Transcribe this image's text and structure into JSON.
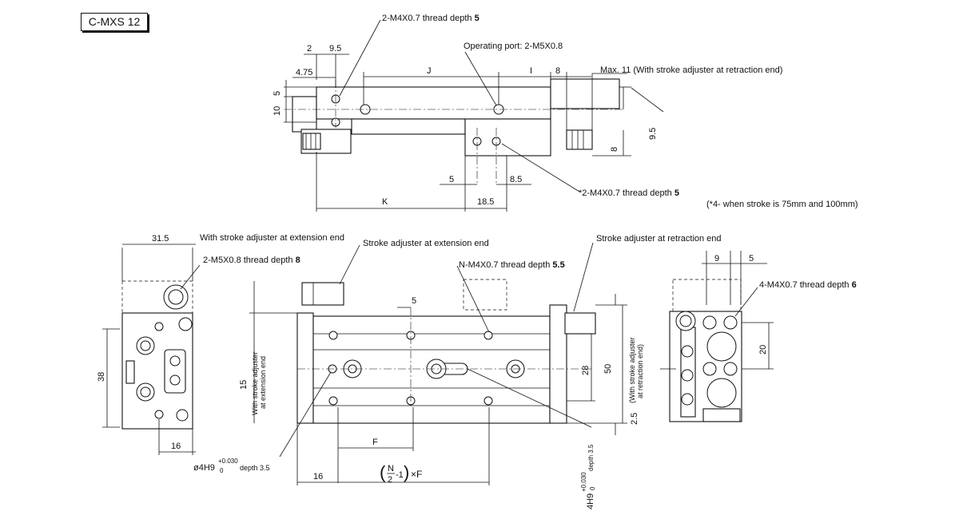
{
  "title": "C-MXS 12",
  "top_view": {
    "callout_thread_top": {
      "prefix": "2-M4X0.7  thread depth ",
      "value": "5"
    },
    "callout_port": "Operating port: 2-M5X0.8",
    "callout_max": "Max. 11 (With stroke adjuster at retraction end)",
    "callout_thread_bottom": {
      "prefix": "*2-M4X0.7  thread depth ",
      "value": "5"
    },
    "note": "(*4- when stroke is 75mm and 100mm)",
    "dims": {
      "d2": "2",
      "d9_5": "9.5",
      "d4_75": "4.75",
      "J": "J",
      "I": "I",
      "d8": "8",
      "d5": "5",
      "d10": "10",
      "d9_5r": "9.5",
      "d8r": "8",
      "d5b": "5",
      "d8_5": "8.5",
      "K": "K",
      "d18_5": "18.5"
    }
  },
  "bottom_view": {
    "callout_ext": "With stroke adjuster at extension end",
    "callout_m5": {
      "prefix": "2-M5X0.8 thread depth ",
      "value": "8"
    },
    "callout_adj_ext": "Stroke adjuster at extension end",
    "callout_adj_ret": "Stroke adjuster at retraction end",
    "callout_nm4": {
      "prefix": "N-M4X0.7 thread depth ",
      "value": "5.5"
    },
    "callout_4m4": {
      "prefix": "4-M4X0.7 thread depth ",
      "value": "6"
    },
    "callout_phi4": {
      "prefix": "ø4H9",
      "tol_upper": "+0.030",
      "tol_lower": "0",
      "depth": "depth 3.5"
    },
    "callout_4h9": {
      "prefix": "4H9",
      "tol_upper": "+0.030",
      "tol_lower": "0",
      "depth": "depth 3.5"
    },
    "vertical_ext": [
      "With stroke adjuster",
      "at extension end"
    ],
    "vertical_ret": [
      "(With stroke adjuster",
      "at retraction end)"
    ],
    "dims": {
      "d31_5": "31.5",
      "d38": "38",
      "d16": "16",
      "d15": "15",
      "d5": "5",
      "F": "F",
      "formula": "×F",
      "d16b": "16",
      "d28": "28",
      "d50": "50",
      "d2_5": "2.5",
      "d9": "9",
      "d5r": "5",
      "d20": "20",
      "N": "N",
      "two": "2",
      "minus1": "-1"
    }
  }
}
